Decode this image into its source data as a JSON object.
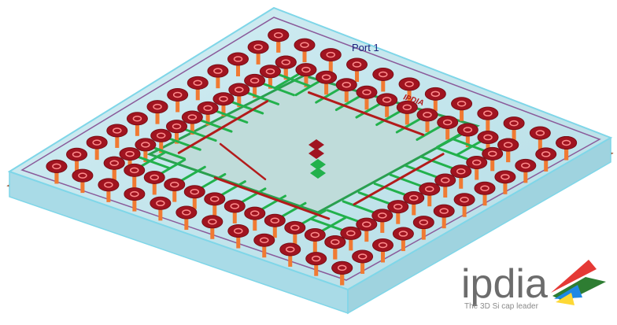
{
  "annotations": {
    "port_label": "Port 1",
    "chip_marking": "IPDIA"
  },
  "brand": {
    "name": "ipdia",
    "tagline": "The 3D Si cap leader"
  },
  "colors": {
    "substrate_edge": "#7fd6e8",
    "substrate_fill": "#c3e6ee",
    "bottom_layer": "#a0522d",
    "pad": "#a01420",
    "pad_ring": "#ff8c8c",
    "via": "#f07a32",
    "trace_green": "#22b14c",
    "trace_red": "#b31b1b",
    "brand_text": "#6c6c6c",
    "port_text": "#1a237e"
  }
}
